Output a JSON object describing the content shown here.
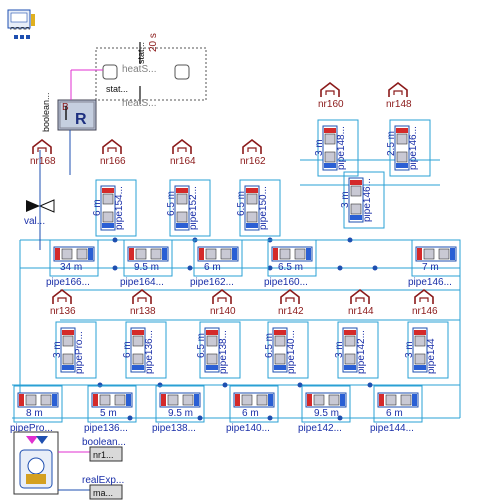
{
  "top_icon": {
    "caption": "ᴖᴖᴖᴖ"
  },
  "valve": {
    "label": "val..."
  },
  "boolean_in": {
    "label": "boolean..."
  },
  "switch": {
    "letter": "R",
    "marker": "B"
  },
  "heat_stat": {
    "time": "20 s",
    "label_top": "stat...",
    "heat1": "heatS...",
    "stat2": "stat...",
    "heat2": "heatS..."
  },
  "rooms": [
    {
      "id": "nr168",
      "label": "nr168"
    },
    {
      "id": "nr166",
      "label": "nr166"
    },
    {
      "id": "nr164",
      "label": "nr164"
    },
    {
      "id": "nr162",
      "label": "nr162"
    },
    {
      "id": "nr160",
      "label": "nr160"
    },
    {
      "id": "nr158",
      "label": "nr148"
    },
    {
      "id": "nr136",
      "label": "nr136"
    },
    {
      "id": "nr138",
      "label": "nr138"
    },
    {
      "id": "nr140",
      "label": "nr140"
    },
    {
      "id": "nr142",
      "label": "nr142"
    },
    {
      "id": "nr144",
      "label": "nr144"
    },
    {
      "id": "nr146",
      "label": "nr146"
    }
  ],
  "vert_pipes_top": [
    {
      "len": "6 m",
      "name": "pipe154..."
    },
    {
      "len": "6.5 m",
      "name": "pipe152..."
    },
    {
      "len": "6.5 m",
      "name": "pipe150..."
    },
    {
      "len": "3 m",
      "name": "pipe148..."
    },
    {
      "len": "2.5 m",
      "name": "pipe146..."
    },
    {
      "len": "3 m",
      "name": "pipe146..."
    }
  ],
  "horiz_pipes_mid": [
    {
      "len": "34 m",
      "name": "pipe166..."
    },
    {
      "len": "9.5 m",
      "name": "pipe164..."
    },
    {
      "len": "6 m",
      "name": "pipe162..."
    },
    {
      "len": "6.5 m",
      "name": "pipe160..."
    },
    {
      "len": "7 m",
      "name": "pipe146..."
    }
  ],
  "vert_pipes_bot": [
    {
      "len": "3 m",
      "name": "pipePro..."
    },
    {
      "len": "6 m",
      "name": "pipe136..."
    },
    {
      "len": "6.5 m",
      "name": "pipe138..."
    },
    {
      "len": "6.5 m",
      "name": "pipe140..."
    },
    {
      "len": "3 m",
      "name": "pipe142..."
    },
    {
      "len": "3 m",
      "name": "pipe144"
    }
  ],
  "horiz_pipes_bot": [
    {
      "len": "8 m",
      "name": "pipePro..."
    },
    {
      "len": "5 m",
      "name": "pipe136..."
    },
    {
      "len": "9.5 m",
      "name": "pipe138..."
    },
    {
      "len": "6 m",
      "name": "pipe140..."
    },
    {
      "len": "9.5 m",
      "name": "pipe142..."
    },
    {
      "len": "6 m",
      "name": "pipe144..."
    }
  ],
  "outputs": [
    {
      "label": "boolean...",
      "box": "nr1..."
    },
    {
      "label": "realExp...",
      "box": "ma..."
    }
  ]
}
